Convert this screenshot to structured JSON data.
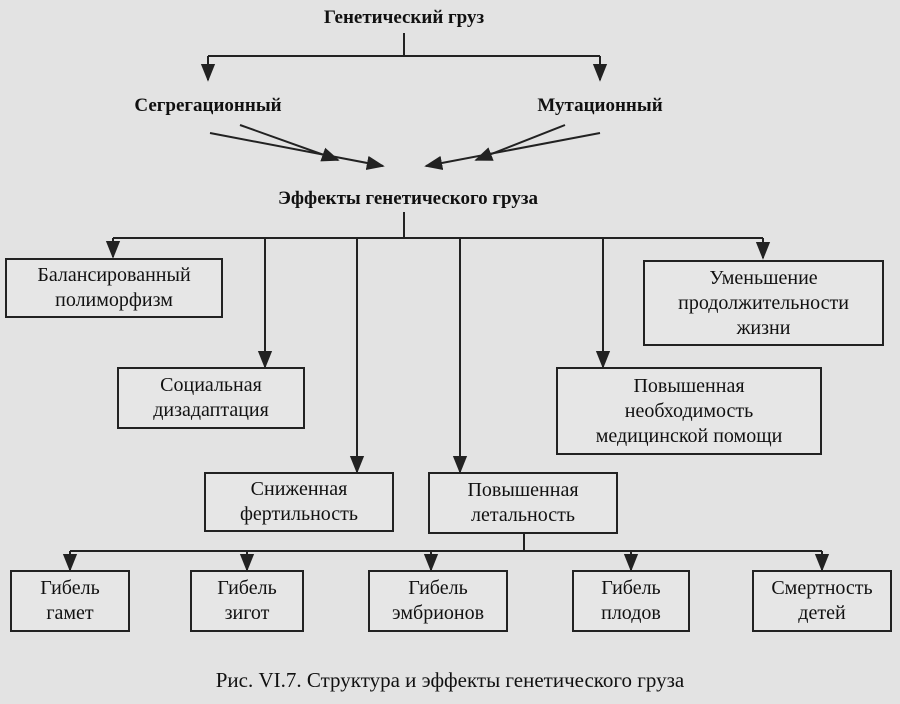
{
  "title": "Генетический груз",
  "sources": {
    "left": "Сегрегационный",
    "right": "Мутационный"
  },
  "effects_title": "Эффекты генетического груза",
  "effects": {
    "balanced_polymorphism": {
      "line1": "Балансированный",
      "line2": "полиморфизм"
    },
    "social_disadaptation": {
      "line1": "Социальная",
      "line2": "дизадаптация"
    },
    "reduced_fertility": {
      "line1": "Сниженная",
      "line2": "фертильность"
    },
    "increased_lethality": {
      "line1": "Повышенная",
      "line2": "летальность"
    },
    "increased_medical_need": {
      "line1": "Повышенная",
      "line2": "необходимость",
      "line3": "медицинской помощи"
    },
    "reduced_lifespan": {
      "line1": "Уменьшение",
      "line2": "продолжительности",
      "line3": "жизни"
    }
  },
  "lethality_outcomes": [
    {
      "line1": "Гибель",
      "line2": "гамет"
    },
    {
      "line1": "Гибель",
      "line2": "зигот"
    },
    {
      "line1": "Гибель",
      "line2": "эмбрионов"
    },
    {
      "line1": "Гибель",
      "line2": "плодов"
    },
    {
      "line1": "Смертность",
      "line2": "детей"
    }
  ],
  "caption": "Рис. VI.7. Структура и эффекты генетического груза"
}
